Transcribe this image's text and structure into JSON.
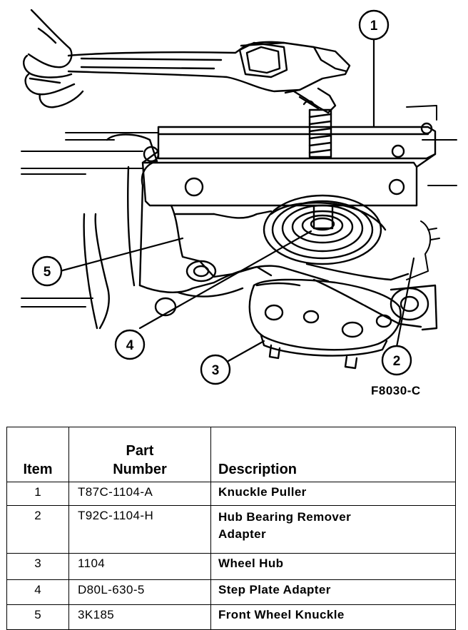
{
  "figure": {
    "code": "F8030-C",
    "callouts": [
      "1",
      "2",
      "3",
      "4",
      "5"
    ]
  },
  "table": {
    "headers": {
      "item": "Item",
      "part_line1": "Part",
      "part_line2": "Number",
      "description": "Description"
    },
    "rows": [
      {
        "item": "1",
        "part": "T87C-1104-A",
        "desc_line1": "Knuckle Puller",
        "desc_line2": ""
      },
      {
        "item": "2",
        "part": "T92C-1104-H",
        "desc_line1": "Hub Bearing Remover",
        "desc_line2": "Adapter"
      },
      {
        "item": "3",
        "part": "1104",
        "desc_line1": "Wheel Hub",
        "desc_line2": ""
      },
      {
        "item": "4",
        "part": "D80L-630-5",
        "desc_line1": "Step Plate Adapter",
        "desc_line2": ""
      },
      {
        "item": "5",
        "part": "3K185",
        "desc_line1": "Front Wheel Knuckle",
        "desc_line2": ""
      }
    ]
  }
}
